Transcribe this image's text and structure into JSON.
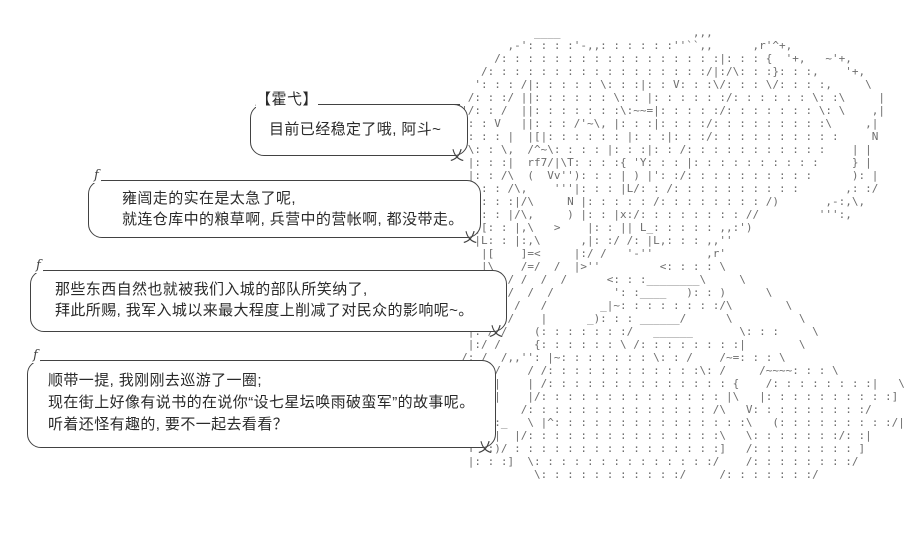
{
  "page": {
    "background": "#ffffff",
    "ink_color": "#424242",
    "aa_color": "#6e6e6e"
  },
  "speaker": {
    "name_label": "【霍弋】"
  },
  "bubble_glyphs": {
    "corner_top_left": "f",
    "tail": "乂"
  },
  "bubbles": [
    {
      "lines": [
        "目前已经稳定了哦, 阿斗~"
      ]
    },
    {
      "lines": [
        "雍闿走的实在是太急了呢,",
        "就连仓库中的粮草啊, 兵营中的营帐啊, 都没带走。"
      ]
    },
    {
      "lines": [
        "那些东西自然也就被我们入城的部队所笑纳了,",
        "拜此所赐, 我军入城以来最大程度上削减了对民众的影响呢~。"
      ]
    },
    {
      "lines": [
        "顺带一提, 我刚刚去巡游了一圈;",
        "现在街上好像有说书的在说你“设七星坛唤雨破蛮军”的故事呢。",
        "听着还怪有趣的, 要不一起去看看？"
      ]
    }
  ],
  "ascii_art": "\n\n                ____                    ,,,\n            ,-': : : :'-,,: : : : : :''``,,      ,r'^+,\n          /: : : : : : : : : : : : : : : : :|: : : {  '+,   ~'+,\n        /: : : : : : : : : : : : : : : : :/|:/\\: : :}: : :,    '+,\n       ': : : /|: : : : : \\: : :|: : V: : :\\/: : : \\/: : : :,     \\\n      /: : :/ ||: : : : : : \\: : |: : : : : :/: : : : : : \\: :\\     |\n     |/: : /  ||: : : : : : :\\:~~=|: : : : :/: : : : : : : \\: \\    ,|\n     X: : V   ||: : : /'~\\, |: : :|: : : :/: : : : : : : : :\\     ,|\n     |: : : |  |[|: : : : : : |: : :|: : :/: : : : : : : : : :     N\n      \\: : \\,  /^~\\: : : : |: : :|: : /: : : : : : : : : : :    | |\n      |: : :|  rf7/|\\T: : : :{ 'Y: : : |: : : : : : : : : :     } |\n      |: : /\\  (  Vv''): : : | ) |': :/: : : : : : : : : :      ): |\n     X: : : /\\,    '''|: : : |L/: : /: : : : : : : : : :       ,: :/\n      ||: : :|/\\     N |: : : : : /: : : : : : : : /)       ,-:,\\,\n      |L: : |/\\,     ) |: : |x:/: : : : : : : : //         ''':,\n       |[: : |,\\   >    |: : || L_: : : : : ,,:')\n       |L: : |:,\\      ,|: :/ /: |L,: : : ,,''\n        |[    ]=<     |:/ /   '-''        ,r'\n        |\\    /=/  /  |>''         <: : : : \\\n       X \\: / /  /  /      <: : :________\\     \\\n       /7: )/  /  /         ': :____   ): : )      \\\n      /: : / /   /        _|~: : : : : : : :/\\        \\\n      |: :/ /    |      _): : : ______/      \\          \\\n      |: / /    (: : : : : : :/   ______       \\: : :     \\\n      |:/ /     {: : : : : : \\ /: : : : : : : :|        \\\n     /: /  /,,'': |~: : : : : : : \\: : /    /~=: : : \\\n     |  | /    / /: : : : : : : : : : : :\\: /     /~~~~: : : \\\n     |  | |    | /: : : : : : : : : : : : : : {    /: : : : : : : :|   \\\n     X  | |    |/: : : : : : : : : : : : : : |\\   |: : : : : : : : : :]\n ____\\ \\ |    /: : : : : : : : : : : : : : /\\   V: : : : : : : : :/\n: : : : : :_   \\ |^: : : : : : : : : : : : : : :\\   (: : : : : : : : :/|\n ____|####|  |/: : : : : : : : : : : : : : :\\   \\: : : : : : :/: :|\n      T' :)/ : : : : : : : : : : : : : : : :]   /: : : : : : : : ]\n      |: : :]  \\: : : : : : : : : : : : : :/    /: : : : : : : :/\n                \\: : : : : : : : : : :/     /: : : : : : :/"
}
